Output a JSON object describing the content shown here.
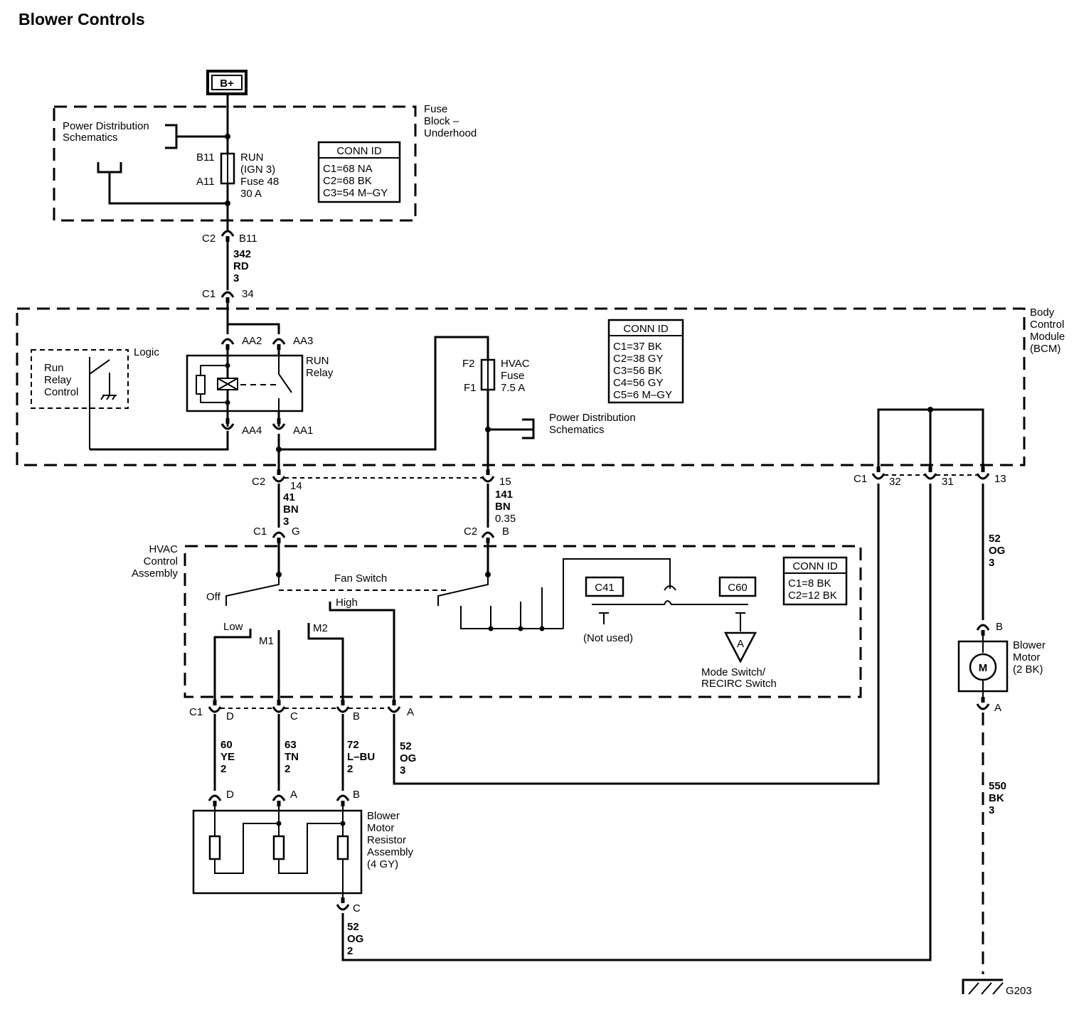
{
  "title": "Blower Controls",
  "power_source": "B+",
  "fuse_block": {
    "name_lines": [
      "Fuse",
      "Block –",
      "Underhood"
    ],
    "power_dist_lines": [
      "Power Distribution",
      "Schematics"
    ],
    "fuse_pins": [
      "B11",
      "A11"
    ],
    "fuse_lines": [
      "RUN",
      "(IGN 3)",
      "Fuse 48",
      "30 A"
    ],
    "conn_id": {
      "title": "CONN ID",
      "lines": [
        "C1=68 NA",
        "C2=68 BK",
        "C3=54 M–GY"
      ]
    }
  },
  "wire_342": {
    "conn_top": [
      "C2",
      "B11"
    ],
    "lines": [
      "342",
      "RD",
      "3"
    ],
    "conn_bottom": [
      "C1",
      "34"
    ]
  },
  "bcm": {
    "name_lines": [
      "Body",
      "Control",
      "Module",
      "(BCM)"
    ],
    "conn_id": {
      "title": "CONN ID",
      "lines": [
        "C1=37 BK",
        "C2=38 GY",
        "C3=56 BK",
        "C4=56 GY",
        "C5=6 M–GY"
      ]
    },
    "logic_label": "Logic",
    "run_relay_control_lines": [
      "Run",
      "Relay",
      "Control"
    ],
    "relay_pins": [
      "AA2",
      "AA3",
      "AA4",
      "AA1"
    ],
    "relay_lines": [
      "RUN",
      "Relay"
    ],
    "hvac_fuse_pins": [
      "F2",
      "F1"
    ],
    "hvac_fuse_lines": [
      "HVAC",
      "Fuse",
      "7.5 A"
    ],
    "power_dist_lines": [
      "Power Distribution",
      "Schematics"
    ]
  },
  "c2_connectors": {
    "left_conn": "C2",
    "left_pin": "14",
    "right_pin": "15"
  },
  "wire_41": {
    "lines": [
      "41",
      "BN",
      "3"
    ],
    "conn": [
      "C1",
      "G"
    ]
  },
  "wire_141": {
    "lines": [
      "141",
      "BN",
      "0.35"
    ],
    "conn": [
      "C2",
      "B"
    ]
  },
  "c1_right": {
    "conn": "C1",
    "pins": [
      "32",
      "31",
      "13"
    ]
  },
  "hvac": {
    "name_lines": [
      "HVAC",
      "Control",
      "Assembly"
    ],
    "fan_switch": "Fan Switch",
    "positions": [
      "Off",
      "High",
      "Low",
      "M1",
      "M2"
    ],
    "c41": "C41",
    "c60": "C60",
    "not_used": "(Not used)",
    "ref_letter": "A",
    "mode_switch_lines": [
      "Mode Switch/",
      "RECIRC Switch"
    ],
    "conn_id": {
      "title": "CONN ID",
      "lines": [
        "C1=8 BK",
        "C2=12 BK"
      ]
    },
    "bottom_conn": "C1",
    "bottom_pins": [
      "D",
      "C",
      "B",
      "A"
    ]
  },
  "wires_lower": [
    {
      "lines": [
        "60",
        "YE",
        "2"
      ]
    },
    {
      "lines": [
        "63",
        "TN",
        "2"
      ]
    },
    {
      "lines": [
        "72",
        "L–BU",
        "2"
      ]
    },
    {
      "lines": [
        "52",
        "OG",
        "3"
      ]
    }
  ],
  "resistor": {
    "top_pins": [
      "D",
      "A",
      "B"
    ],
    "name_lines": [
      "Blower",
      "Motor",
      "Resistor",
      "Assembly",
      "(4 GY)"
    ],
    "bottom_pin": "C",
    "out_wire_lines": [
      "52",
      "OG",
      "2"
    ]
  },
  "motor": {
    "wire_in_lines": [
      "52",
      "OG",
      "3"
    ],
    "pin_top": "B",
    "symbol": "M",
    "name_lines": [
      "Blower",
      "Motor",
      "(2 BK)"
    ],
    "pin_bottom": "A",
    "wire_out_lines": [
      "550",
      "BK",
      "3"
    ],
    "ground": "G203"
  }
}
